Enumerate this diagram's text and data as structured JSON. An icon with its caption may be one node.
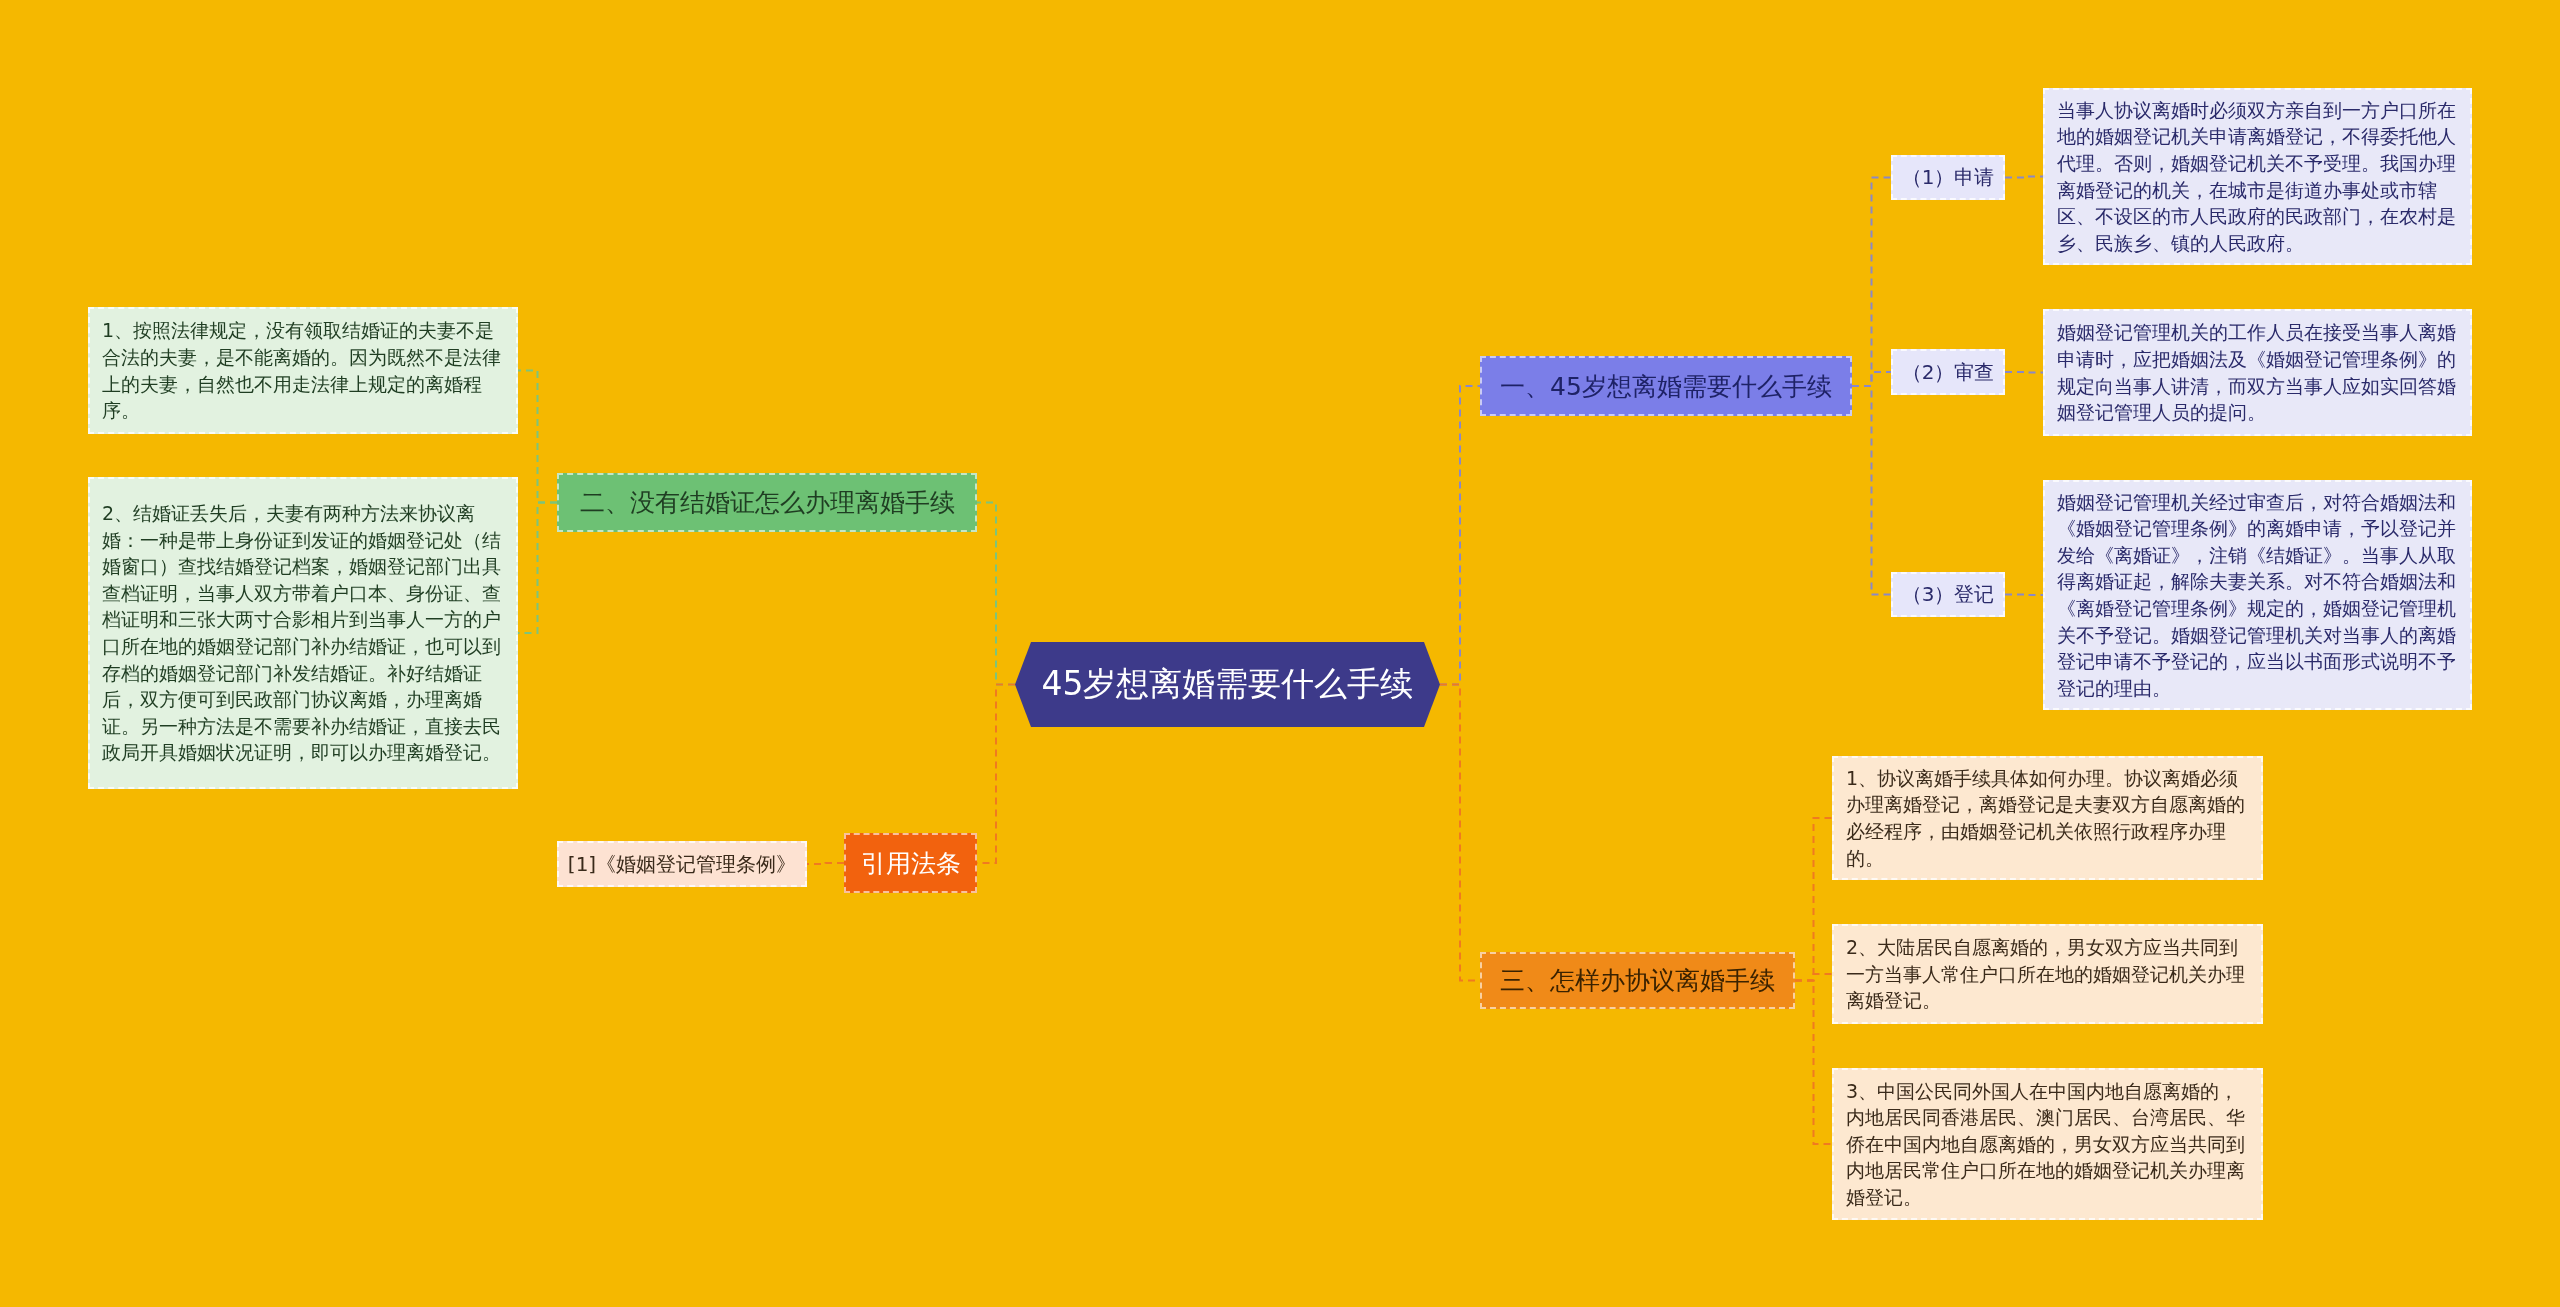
{
  "diagram": {
    "nodes": [
      {
        "text": [
          "45岁想离婚需要什么手续"
        ]
      },
      {
        "text": [
          "一、45岁想离婚需要什么手续"
        ]
      },
      {
        "text": [
          "（1）申请"
        ]
      },
      {
        "text": [
          "当事人协议离婚时必须双方亲自到一方户口所在地的婚姻登记机关申请离婚登记，不得委托他人代理。否则，婚姻登记机关不予受理。我国办理离婚登记的机关，在城市是街道办事处或市辖区、不设区的市人民政府的民政部门，在农村是乡、民族乡、镇的人民政府。"
        ]
      },
      {
        "text": [
          "（2）审查"
        ]
      },
      {
        "text": [
          "婚姻登记管理机关的工作人员在接受当事人离婚申请时，应把婚姻法及《婚姻登记管理条例》的规定向当事人讲清，而双方当事人应如实回答婚姻登记管理人员的提问。"
        ]
      },
      {
        "text": [
          "（3）登记"
        ]
      },
      {
        "text": [
          "婚姻登记管理机关经过审查后，对符合婚姻法和《婚姻登记管理条例》的离婚申请，予以登记并发给《离婚证》，注销《结婚证》。当事人从取得离婚证起，解除夫妻关系。对不符合婚姻法和《离婚登记管理条例》规定的，婚姻登记管理机关不予登记。婚姻登记管理机关对当事人的离婚登记申请不予登记的，应当以书面形式说明不予登记的理由。"
        ]
      },
      {
        "text": [
          "二、没有结婚证怎么办理离婚手续"
        ]
      },
      {
        "text": [
          "1、按照法律规定，没有领取结婚证的夫妻不是合法的夫妻，是不能离婚的。因为既然不是法律上的夫妻，自然也不用走法律上规定的离婚程序。"
        ]
      },
      {
        "text": [
          "2、结婚证丢失后，夫妻有两种方法来协议离婚：一种是带上身份证到发证的婚姻登记处（结婚窗口）查找结婚登记档案，婚姻登记部门出具查档证明，当事人双方带着户口本、身份证、查档证明和三张大两寸合影相片到当事人一方的户口所在地的婚姻登记部门补办结婚证，也可以到存档的婚姻登记部门补发结婚证。补好结婚证后，双方便可到民政部门协议离婚，办理离婚证。另一种方法是不需要补办结婚证，直接去民政局开具婚姻状况证明，即可以办理离婚登记。"
        ]
      },
      {
        "text": [
          "三、怎样办协议离婚手续"
        ]
      },
      {
        "text": [
          "1、协议离婚手续具体如何办理。协议离婚必须办理离婚登记，离婚登记是夫妻双方自愿离婚的必经程序，由婚姻登记机关依照行政程序办理的。"
        ]
      },
      {
        "text": [
          "2、大陆居民自愿离婚的，男女双方应当共同到一方当事人常住户口所在地的婚姻登记机关办理离婚登记。"
        ]
      },
      {
        "text": [
          "3、中国公民同外国人在中国内地自愿离婚的，内地居民同香港居民、澳门居民、台湾居民、华侨在中国内地自愿离婚的，男女双方应当共同到内地居民常住户口所在地的婚姻登记机关办理离婚登记。"
        ]
      },
      {
        "text": [
          "引用法条"
        ]
      },
      {
        "text": [
          "[1]《婚姻登记管理条例》"
        ]
      }
    ],
    "edges": [
      {
        "from": 0,
        "to": 1,
        "arrow": "none",
        "style": "dashed",
        "color": "#8a88c8"
      },
      {
        "from": 1,
        "to": 2,
        "arrow": "none",
        "style": "dashed",
        "color": "#8a88c8"
      },
      {
        "from": 2,
        "to": 3,
        "arrow": "none",
        "style": "dashed",
        "color": "#8a88c8"
      },
      {
        "from": 1,
        "to": 4,
        "arrow": "none",
        "style": "dashed",
        "color": "#8a88c8"
      },
      {
        "from": 4,
        "to": 5,
        "arrow": "none",
        "style": "dashed",
        "color": "#8a88c8"
      },
      {
        "from": 1,
        "to": 6,
        "arrow": "none",
        "style": "dashed",
        "color": "#8a88c8"
      },
      {
        "from": 6,
        "to": 7,
        "arrow": "none",
        "style": "dashed",
        "color": "#8a88c8"
      },
      {
        "from": 0,
        "to": 8,
        "arrow": "none",
        "style": "dashed",
        "color": "#7cc47c"
      },
      {
        "from": 8,
        "to": 9,
        "arrow": "none",
        "style": "dashed",
        "color": "#7cc47c"
      },
      {
        "from": 8,
        "to": 10,
        "arrow": "none",
        "style": "dashed",
        "color": "#7cc47c"
      },
      {
        "from": 0,
        "to": 11,
        "arrow": "none",
        "style": "dashed",
        "color": "#f07a20"
      },
      {
        "from": 11,
        "to": 12,
        "arrow": "none",
        "style": "dashed",
        "color": "#f07a20"
      },
      {
        "from": 11,
        "to": 13,
        "arrow": "none",
        "style": "dashed",
        "color": "#f07a20"
      },
      {
        "from": 11,
        "to": 14,
        "arrow": "none",
        "style": "dashed",
        "color": "#f07a20"
      },
      {
        "from": 0,
        "to": 15,
        "arrow": "none",
        "style": "dashed",
        "color": "#f07a20"
      },
      {
        "from": 15,
        "to": 16,
        "arrow": "none",
        "style": "dashed",
        "color": "#f07a20"
      }
    ]
  }
}
